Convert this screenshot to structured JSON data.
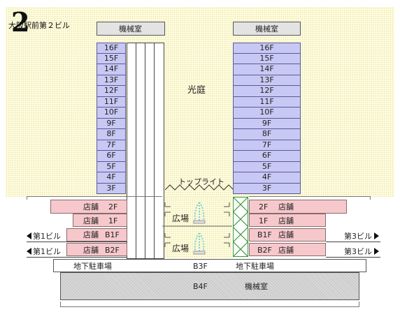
{
  "title": {
    "number": "2",
    "name": "大阪駅前第２ビル"
  },
  "left_tower": {
    "machine_room": "機械室",
    "floors": [
      "16F",
      "15F",
      "14F",
      "13F",
      "12F",
      "11F",
      "10F",
      "9F",
      "8F",
      "7F",
      "6F",
      "5F",
      "4F",
      "3F"
    ]
  },
  "right_tower": {
    "machine_room": "機械室",
    "floors": [
      "16F",
      "15F",
      "14F",
      "13F",
      "12F",
      "11F",
      "10F",
      "9F",
      "8F",
      "7F",
      "6F",
      "5F",
      "4F",
      "3F"
    ]
  },
  "courtyard": "光庭",
  "toplight": "トップライト",
  "plaza": "広場",
  "shop": "店舗",
  "lower_left": {
    "f2": "2F",
    "f1": "1F",
    "b1": "B1F",
    "b2": "B2F"
  },
  "lower_right": {
    "f2": "2F",
    "f1": "1F",
    "b1": "B1F",
    "b2": "B2F"
  },
  "links": {
    "left": "第1ビル",
    "right": "第3ビル"
  },
  "elevator": "elevator",
  "parking": "地下駐車場",
  "b3f": "B3F",
  "b4f": "B4F",
  "b4_machine_room": "機械室"
}
